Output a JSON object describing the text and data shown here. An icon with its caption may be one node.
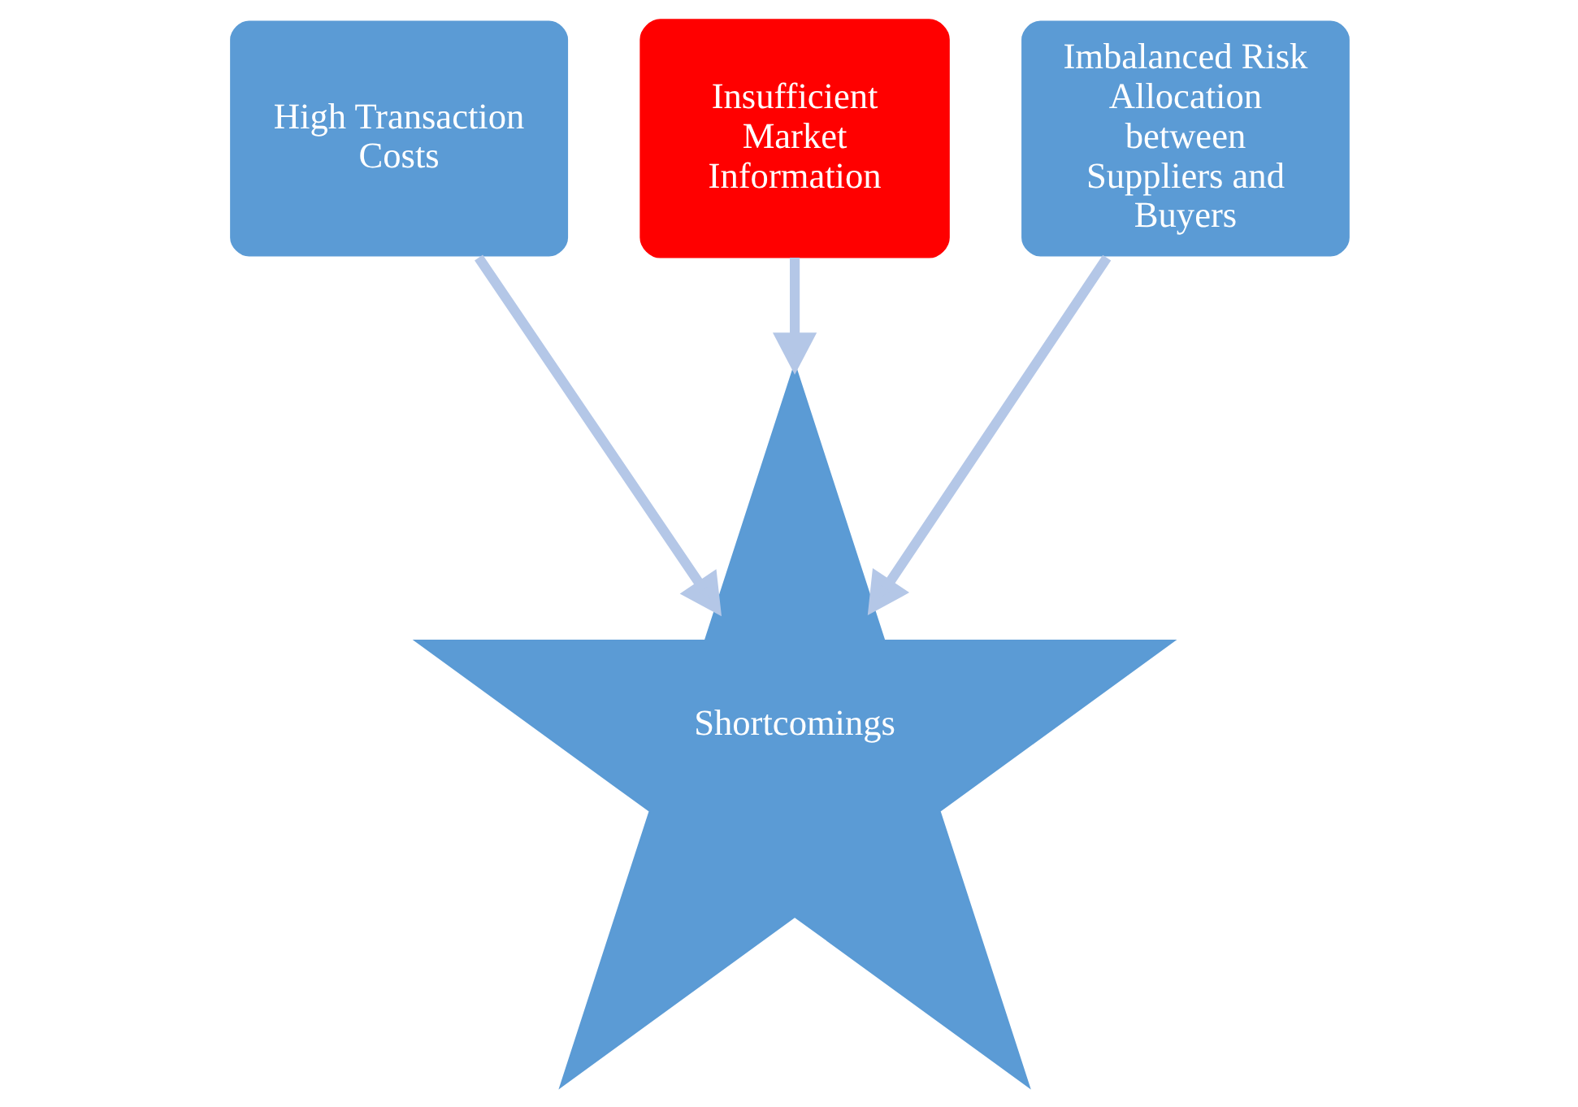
{
  "diagram": {
    "nodes": [
      {
        "text": [
          "Insufficient Market Information"
        ]
      },
      {
        "text": [
          "High Transaction Costs"
        ]
      },
      {
        "text": [
          "Imbalanced Risk Allocation between Suppliers and Buyers"
        ]
      },
      {
        "text": [
          "Shortcomings"
        ]
      }
    ],
    "edges": [
      {
        "from": 1,
        "to": 3,
        "arrow": "to"
      },
      {
        "from": 0,
        "to": 3,
        "arrow": "to"
      },
      {
        "from": 2,
        "to": 3,
        "arrow": "to"
      }
    ]
  }
}
